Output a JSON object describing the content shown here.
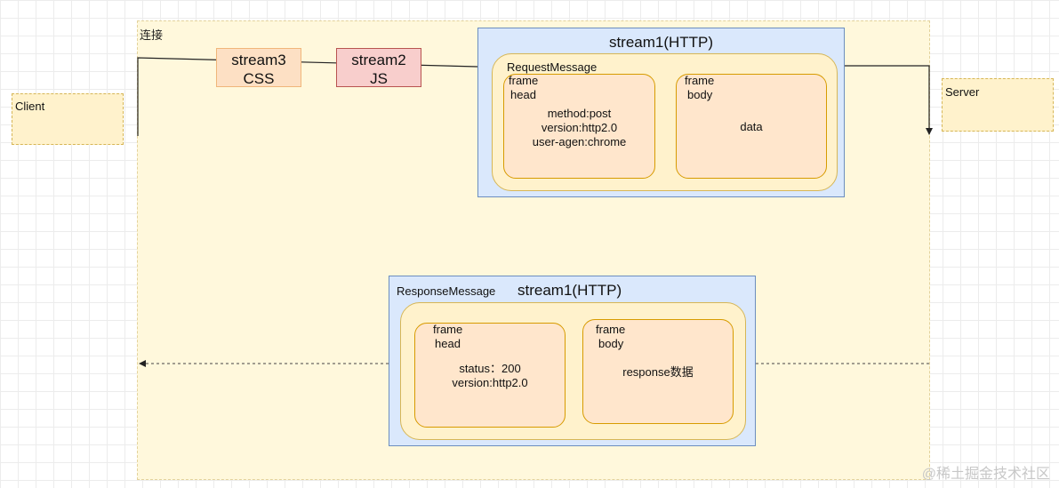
{
  "connection": {
    "label": "连接"
  },
  "client": {
    "label": "Client"
  },
  "server": {
    "label": "Server"
  },
  "streams": {
    "stream3": {
      "name": "stream3",
      "type": "CSS"
    },
    "stream2": {
      "name": "stream2",
      "type": "JS"
    }
  },
  "request": {
    "stream_title": "stream1(HTTP)",
    "message_label": "RequestMessage",
    "head_frame": {
      "line1": "frame",
      "line2": "head",
      "lines": [
        "method:post",
        "version:http2.0",
        "user-agen:chrome"
      ]
    },
    "body_frame": {
      "line1": "frame",
      "line2": "body",
      "content": "data"
    }
  },
  "response": {
    "stream_title": "stream1(HTTP)",
    "message_label": "ResponseMessage",
    "head_frame": {
      "line1": "frame",
      "line2": "head",
      "lines": [
        "status：200",
        "version:http2.0"
      ]
    },
    "body_frame": {
      "line1": "frame",
      "line2": "body",
      "content": "response数据"
    }
  },
  "watermark": "@稀土掘金技术社区",
  "colors": {
    "connection_bg": "#fff8dc",
    "message_bg": "#fff2cc",
    "frame_bg": "#ffe6cc",
    "http_bg": "#dae8fc",
    "stream2_bg": "#f8cecc",
    "stream3_bg": "#fde0c4"
  }
}
